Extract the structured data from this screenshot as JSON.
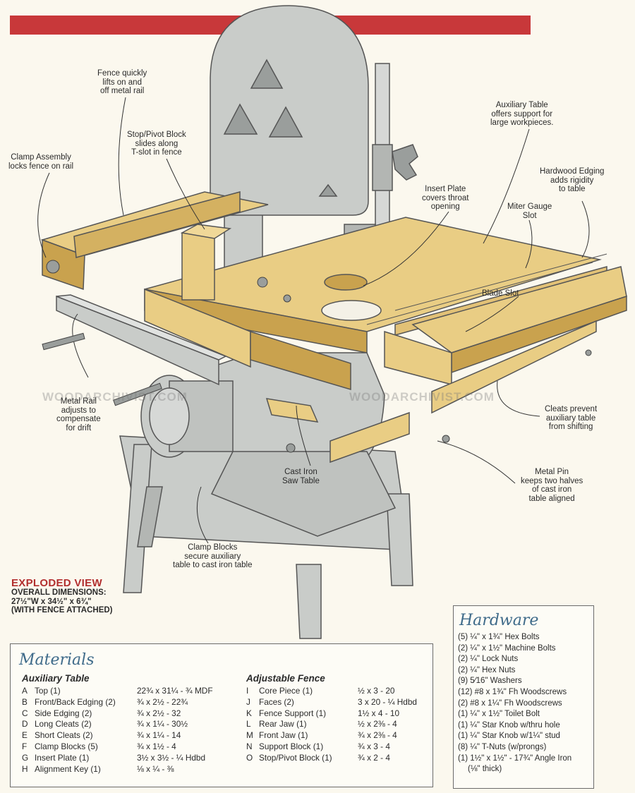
{
  "callouts": {
    "fence": "Fence quickly\nlifts on and\noff metal rail",
    "stop_pivot": "Stop/Pivot Block\nslides along\nT-slot in fence",
    "clamp_assembly": "Clamp Assembly\nlocks fence on rail",
    "auxiliary_table": "Auxiliary Table\noffers support for\nlarge workpieces.",
    "hardwood_edging": "Hardwood Edging\nadds rigidity\nto table",
    "insert_plate": "Insert Plate\ncovers throat\nopening",
    "miter_gauge": "Miter Gauge\nSlot",
    "blade_slot": "Blade Slot",
    "metal_rail": "Metal Rail\nadjusts to\ncompensate\nfor drift",
    "cleats": "Cleats prevent\nauxiliary table\nfrom shifting",
    "cast_iron": "Cast Iron\nSaw Table",
    "metal_pin": "Metal Pin\nkeeps two halves\nof cast iron\ntable aligned",
    "clamp_blocks": "Clamp Blocks\nsecure auxiliary\ntable to cast iron table"
  },
  "watermark": "WOODARCHIVIST.COM",
  "exploded": {
    "title": "EXPLODED VIEW",
    "dims": "OVERALL DIMENSIONS:\n27½\"W x 34½\" x 6¾\"\n(WITH FENCE ATTACHED)"
  },
  "materials": {
    "title": "Materials",
    "aux_title": "Auxiliary Table",
    "aux_items": [
      {
        "letter": "A",
        "name": "Top (1)",
        "size": "22¾ x 31¼ - ¾ MDF"
      },
      {
        "letter": "B",
        "name": "Front/Back Edging (2)",
        "size": "¾ x 2½ - 22¾"
      },
      {
        "letter": "C",
        "name": "Side Edging (2)",
        "size": "¾ x 2½ - 32"
      },
      {
        "letter": "D",
        "name": "Long Cleats (2)",
        "size": "¾ x 1¼ - 30½"
      },
      {
        "letter": "E",
        "name": "Short Cleats (2)",
        "size": "¾ x 1¼ - 14"
      },
      {
        "letter": "F",
        "name": "Clamp Blocks (5)",
        "size": "¾ x 1½ - 4"
      },
      {
        "letter": "G",
        "name": "Insert Plate (1)",
        "size": "3½ x 3½ - ¼ Hdbd"
      },
      {
        "letter": "H",
        "name": "Alignment Key (1)",
        "size": "⅛ x ¼ - ⅜"
      }
    ],
    "fence_title": "Adjustable Fence",
    "fence_items": [
      {
        "letter": "I",
        "name": "Core Piece (1)",
        "size": "½ x 3 - 20"
      },
      {
        "letter": "J",
        "name": "Faces (2)",
        "size": "3 x 20 - ¼ Hdbd"
      },
      {
        "letter": "K",
        "name": "Fence Support (1)",
        "size": "1½ x 4 - 10"
      },
      {
        "letter": "L",
        "name": "Rear Jaw (1)",
        "size": "½ x 2⅜ - 4"
      },
      {
        "letter": "M",
        "name": "Front Jaw (1)",
        "size": "¾ x 2⅜ - 4"
      },
      {
        "letter": "N",
        "name": "Support Block (1)",
        "size": "¾ x 3 - 4"
      },
      {
        "letter": "O",
        "name": "Stop/Pivot Block (1)",
        "size": "¾ x 2 - 4"
      }
    ]
  },
  "hardware": {
    "title": "Hardware",
    "items": [
      "(5) ¼\" x 1¾\" Hex Bolts",
      "(2) ¼\" x 1½\" Machine Bolts",
      "(2) ¼\" Lock Nuts",
      "(2) ¼\" Hex Nuts",
      "(9) 5⁄16\" Washers",
      "(12) #8 x 1¾\" Fh Woodscrews",
      "(2) #8 x 1¼\" Fh Woodscrews",
      "(1) ¼\" x 1½\" Toilet Bolt",
      "(1) ¼\" Star Knob w/thru hole",
      "(1) ¼\" Star Knob w/1¼\" stud",
      "(8) ¼\" T-Nuts (w/prongs)",
      "(1) 1½\" x 1½\" - 17¾\" Angle Iron",
      "(⅛\" thick)"
    ]
  },
  "colors": {
    "banner": "#c8383a",
    "wood": "#e9cd84",
    "wood_dark": "#c9a24e",
    "metal": "#c9ccc9",
    "metal_dark": "#9a9e9c",
    "title_blue": "#3f6b8a",
    "title_red": "#b22f2f"
  }
}
